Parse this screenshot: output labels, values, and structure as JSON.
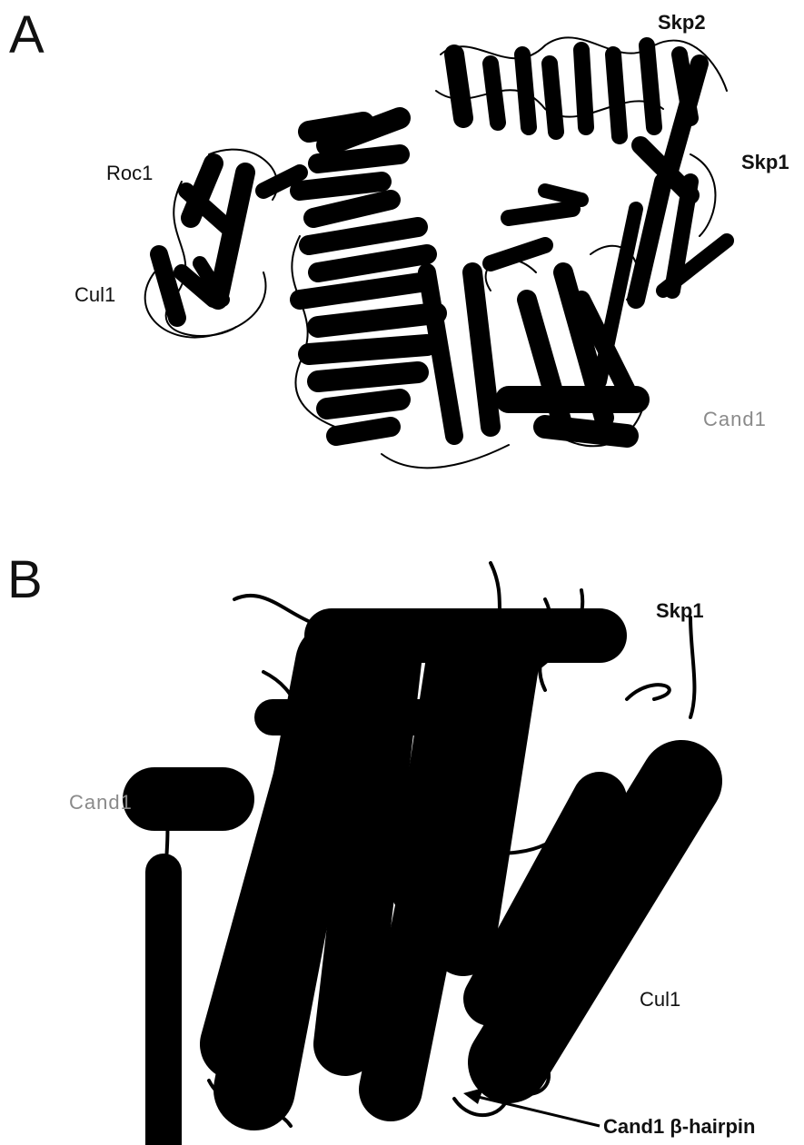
{
  "panels": [
    {
      "letter": "A",
      "labels": {
        "skp2": "Skp2",
        "skp1": "Skp1",
        "roc1": "Roc1",
        "cul1": "Cul1",
        "cand1": "Cand1"
      }
    },
    {
      "letter": "B",
      "labels": {
        "skp1": "Skp1",
        "cand1": "Cand1",
        "cul1": "Cul1",
        "hairpin": "Cand1 β-hairpin"
      }
    }
  ],
  "colors": {
    "structure": "#000000",
    "background": "#ffffff",
    "light_label": "#8a8a8a"
  }
}
